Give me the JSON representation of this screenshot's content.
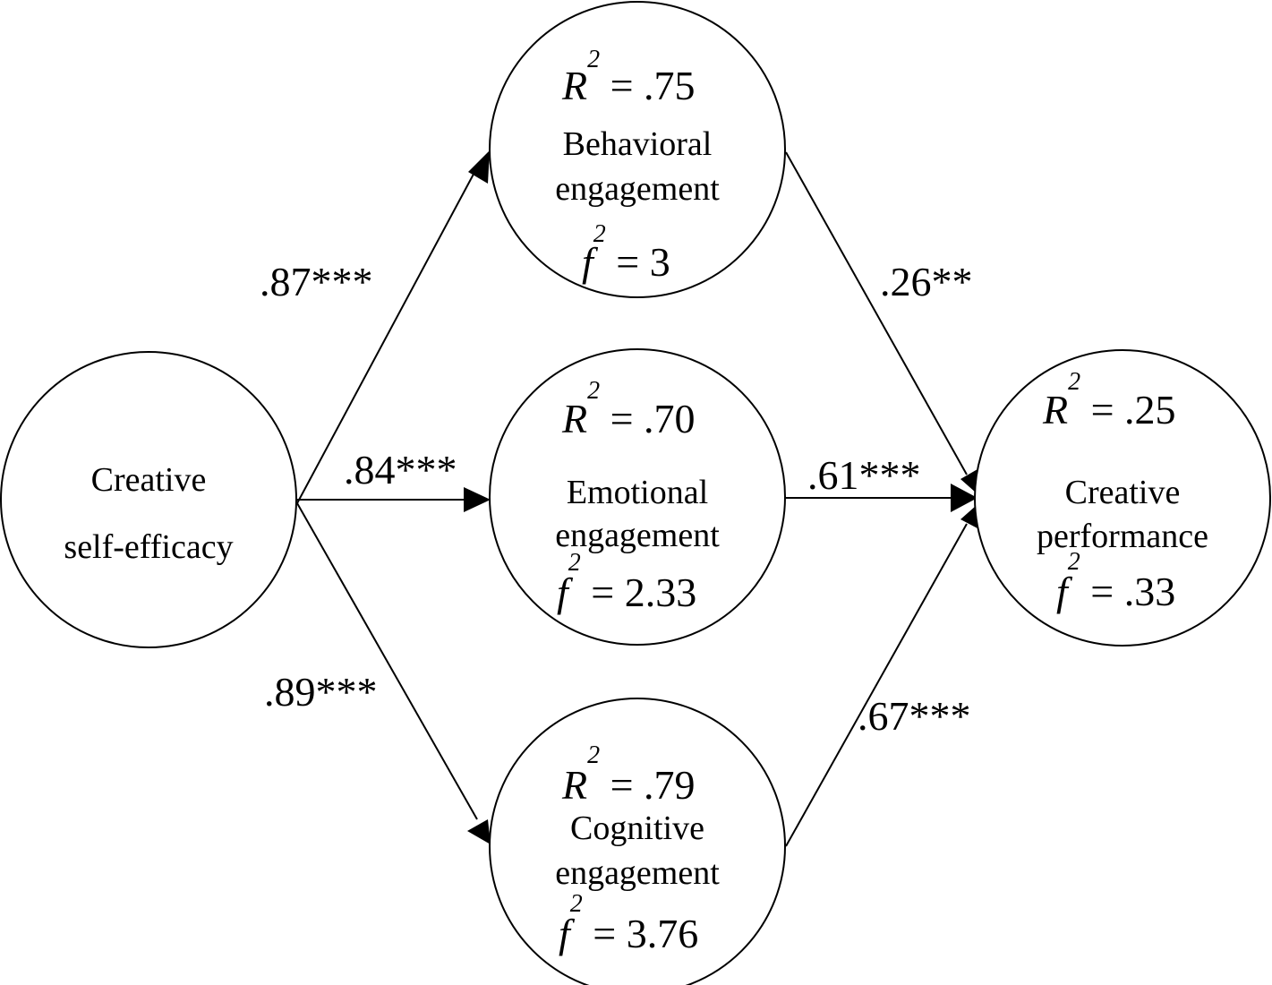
{
  "nodes": {
    "cse": {
      "line1": "Creative",
      "line2": "self-efficacy"
    },
    "behavioral": {
      "r2_symbol": "R",
      "r2_exp": "2",
      "r2_rest": " = .75",
      "line1": "Behavioral",
      "line2": "engagement",
      "f2_symbol": "f",
      "f2_exp": "2",
      "f2_rest": " = 3"
    },
    "emotional": {
      "r2_symbol": "R",
      "r2_exp": "2",
      "r2_rest": " = .70",
      "line1": "Emotional",
      "line2": "engagement",
      "f2_symbol": "f",
      "f2_exp": "2",
      "f2_rest": " = 2.33"
    },
    "cognitive": {
      "r2_symbol": "R",
      "r2_exp": "2",
      "r2_rest": " = .79",
      "line1": "Cognitive",
      "line2": "engagement",
      "f2_symbol": "f",
      "f2_exp": "2",
      "f2_rest": " = 3.76"
    },
    "performance": {
      "r2_symbol": "R",
      "r2_exp": "2",
      "r2_rest": " = .25",
      "line1": "Creative",
      "line2": "performance",
      "f2_symbol": "f",
      "f2_exp": "2",
      "f2_rest": " = .33"
    }
  },
  "edges": {
    "cse_behavioral": ".87***",
    "cse_emotional": ".84***",
    "cse_cognitive": ".89***",
    "behavioral_performance": ".26**",
    "emotional_performance": ".61***",
    "cognitive_performance": ".67***"
  }
}
